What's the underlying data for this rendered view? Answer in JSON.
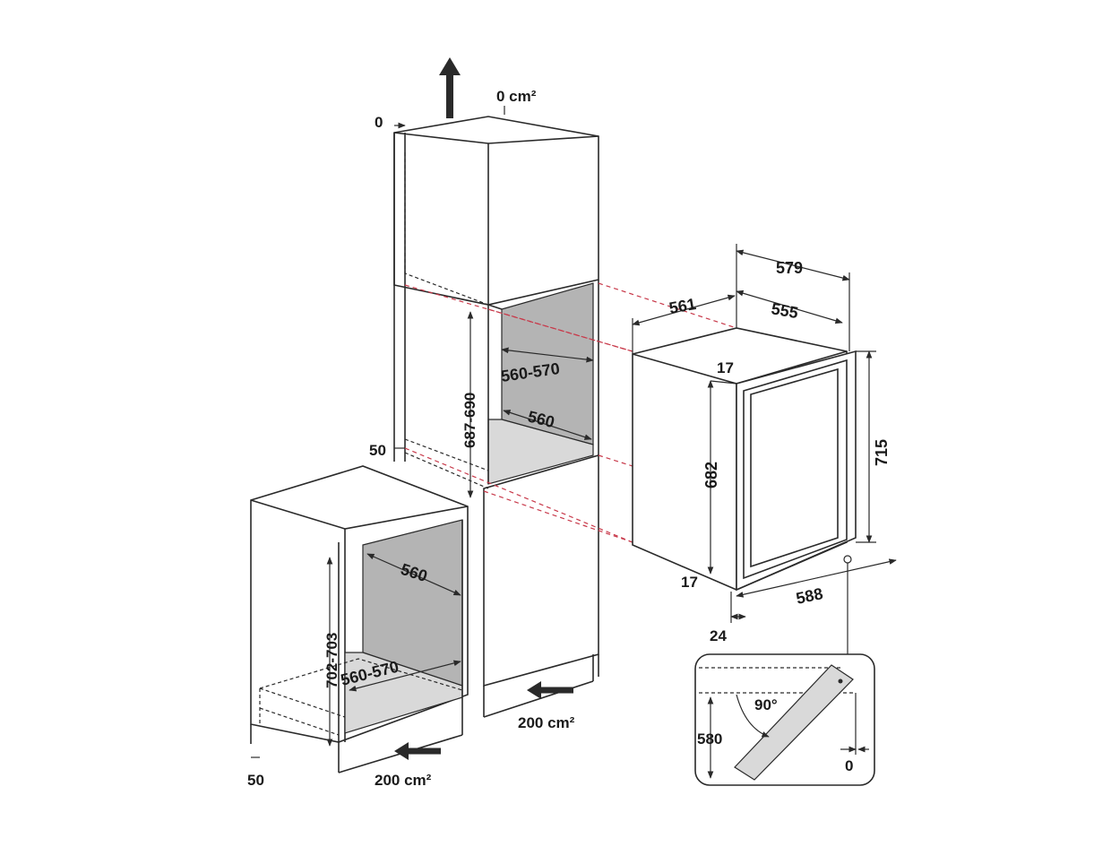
{
  "labels": {
    "top_vent": "0 cm²",
    "top_gap": "0",
    "tall_gap": "50",
    "tall_height": "687-690",
    "tall_width": "560-570",
    "tall_depth": "560",
    "tall_vent": "200 cm²",
    "base_height": "702-703",
    "base_width": "560-570",
    "base_depth": "560",
    "base_gap": "50",
    "base_vent": "200 cm²",
    "appliance_depth_total": "579",
    "appliance_width": "561",
    "appliance_depth": "555",
    "appliance_height_total": "715",
    "appliance_height": "682",
    "appliance_top_offset": "17",
    "appliance_bottom_offset": "17",
    "appliance_door_width": "588",
    "appliance_door_thick": "24",
    "door_angle": "90°",
    "door_clearance": "580",
    "door_gap": "0"
  },
  "colors": {
    "line": "#2a2a2a",
    "recess": "#b4b4b4",
    "floor": "#d9d9d9",
    "alignment": "#c8394a"
  }
}
